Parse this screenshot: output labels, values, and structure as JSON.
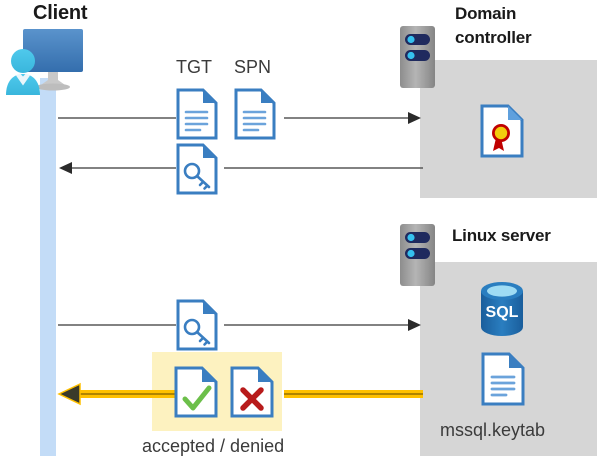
{
  "diagram": {
    "title_client": "Client",
    "title_domain_controller_line1": "Domain",
    "title_domain_controller_line2": "controller",
    "title_linux_server": "Linux server",
    "label_tgt": "TGT",
    "label_spn": "SPN",
    "label_keytab": "mssql.keytab",
    "label_result": "accepted / denied",
    "label_sql": "SQL"
  },
  "icons": {
    "client": "client-workstation-icon",
    "server_dc": "server-rack-icon",
    "server_linux": "server-rack-icon",
    "tgt_doc": "document-icon",
    "spn_doc": "document-icon",
    "ticket_key_doc": "document-key-icon",
    "service_key_doc": "document-key-icon",
    "certificate": "certificate-document-icon",
    "sql_database": "sql-database-icon",
    "keytab_doc": "document-icon",
    "accepted_doc": "document-check-icon",
    "denied_doc": "document-cross-icon"
  },
  "flows": [
    {
      "name": "client-to-dc-request",
      "direction": "right",
      "style": "thin-grey"
    },
    {
      "name": "dc-to-client-ticket",
      "direction": "left",
      "style": "thin-grey"
    },
    {
      "name": "client-to-linux-request",
      "direction": "right",
      "style": "thin-grey"
    },
    {
      "name": "linux-to-client-result",
      "direction": "left",
      "style": "thick-yellow"
    }
  ],
  "colors": {
    "panel_grey": "#d6d6d6",
    "lifeline_blue": "#c3dcf7",
    "doc_blue": "#3a7ec1",
    "doc_fold_blue": "#2f7fd0",
    "arrow_grey": "#595959",
    "arrow_yellow": "#ffc000",
    "highlight_yellow": "#fdf2c0",
    "check_green": "#6cbf4a",
    "cross_red": "#b81b1b",
    "sql_blue": "#1f69ac",
    "seal_gold": "#f2cc0d",
    "seal_red": "#c00000",
    "server_grey": "#9a9a9a",
    "server_navy": "#1f2a5e",
    "server_cyan": "#35c1ef",
    "person_cyan": "#43c5e8",
    "monitor_blue": "#3f7fc1"
  }
}
